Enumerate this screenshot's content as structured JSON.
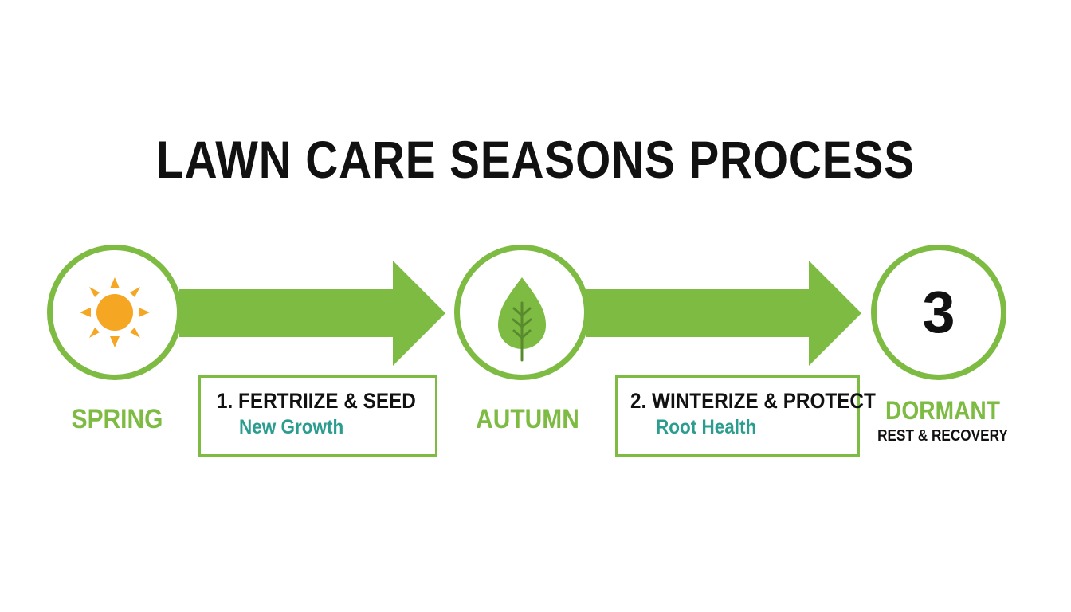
{
  "title": "LAWN CARE SEASONS PROCESS",
  "colors": {
    "accent_green": "#7dbb42",
    "sun_orange": "#f5a623",
    "teal_text": "#2a9d8f",
    "text_dark": "#111111"
  },
  "nodes": [
    {
      "label": "SPRING",
      "icon": "sun-icon"
    },
    {
      "label": "AUTUMN",
      "icon": "leaf-icon"
    },
    {
      "number": "3",
      "label": "DORMANT",
      "sublabel": "REST & RECOVERY"
    }
  ],
  "steps": [
    {
      "title": "1. FERTRIIZE & SEED",
      "subtitle": "New Growth"
    },
    {
      "title": "2. WINTERIZE & PROTECT",
      "subtitle": "Root Health"
    }
  ]
}
